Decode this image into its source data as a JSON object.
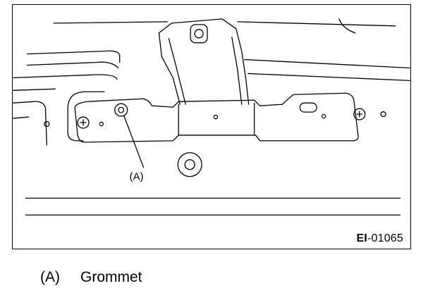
{
  "figure": {
    "code_prefix": "EI",
    "code_suffix": "-01065",
    "callout_label": "(A)"
  },
  "legend": {
    "items": [
      {
        "key": "(A)",
        "text": "Grommet"
      }
    ]
  }
}
